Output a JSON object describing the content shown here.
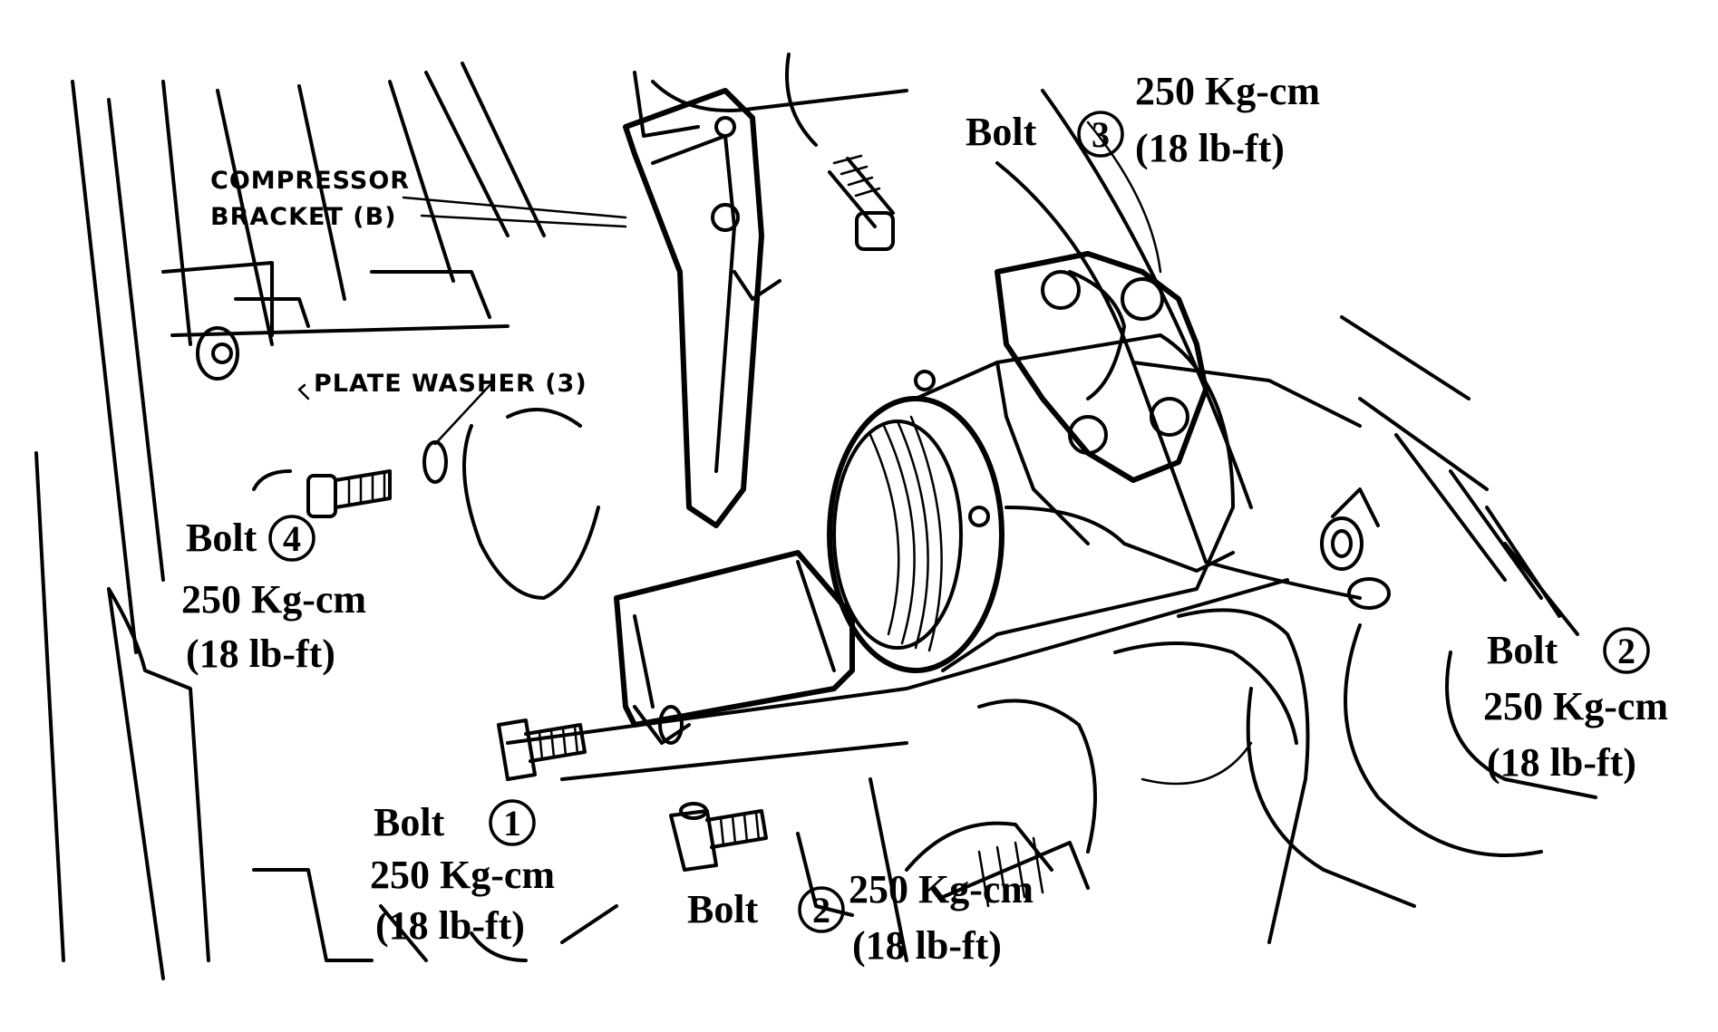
{
  "parts": {
    "compressor_bracket_line1": "COMPRESSOR",
    "compressor_bracket_line2": "BRACKET (B)",
    "plate_washer": "PLATE WASHER (3)"
  },
  "callouts": {
    "bolt3": {
      "label": "Bolt",
      "num": "3",
      "torque": "250 Kg-cm",
      "torque_imp": "(18 lb-ft)"
    },
    "bolt4": {
      "label": "Bolt",
      "num": "4",
      "torque": "250 Kg-cm",
      "torque_imp": "(18 lb-ft)"
    },
    "bolt1": {
      "label": "Bolt",
      "num": "1",
      "torque": "250 Kg-cm",
      "torque_imp": "(18 lb-ft)"
    },
    "bolt2_bottom": {
      "label": "Bolt",
      "num": "2",
      "torque": "250 Kg-cm",
      "torque_imp": "(18 lb-ft)"
    },
    "bolt2_right": {
      "label": "Bolt",
      "num": "2",
      "torque": "250 Kg-cm",
      "torque_imp": "(18 lb-ft)"
    }
  }
}
